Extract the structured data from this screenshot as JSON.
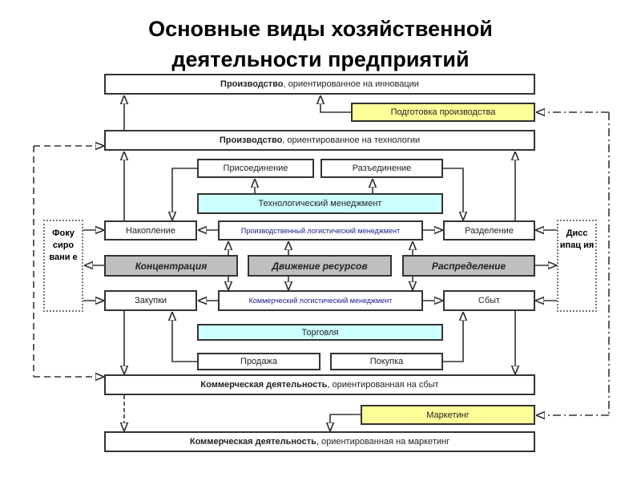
{
  "title": {
    "line1": "Основные виды хозяйственной",
    "line2": "деятельности предприятий"
  },
  "boxes": {
    "prod_innov_bold": "Производство",
    "prod_innov_rest": ", ориентированное на инновации",
    "prep": "Подготовка производства",
    "prod_tech_bold": "Производство",
    "prod_tech_rest": ", ориентированное на технологии",
    "join": "Присоединение",
    "split": "Разъединение",
    "tech_mgmt": "Технологический менеджмент",
    "accum": "Накопление",
    "prod_log": "Производственный логистический менеджмент",
    "separation": "Разделение",
    "focus": "Фоку сиро вани е",
    "dissip": "Дисс ипац ия",
    "concentration": "Концентрация",
    "movement": "Движение ресурсов",
    "distribution": "Распределение",
    "purchases": "Закупки",
    "comm_log": "Коммерческий логистический менеджмент",
    "sales": "Сбыт",
    "trade": "Торговля",
    "selling": "Продажа",
    "buying": "Покупка",
    "comm_sales_bold": "Коммерческая деятельность",
    "comm_sales_rest": ", ориентированная на сбыт",
    "marketing": "Маркетинг",
    "comm_mkt_bold": "Коммерческая деятельность",
    "comm_mkt_rest": ", ориентированная на маркетинг"
  }
}
